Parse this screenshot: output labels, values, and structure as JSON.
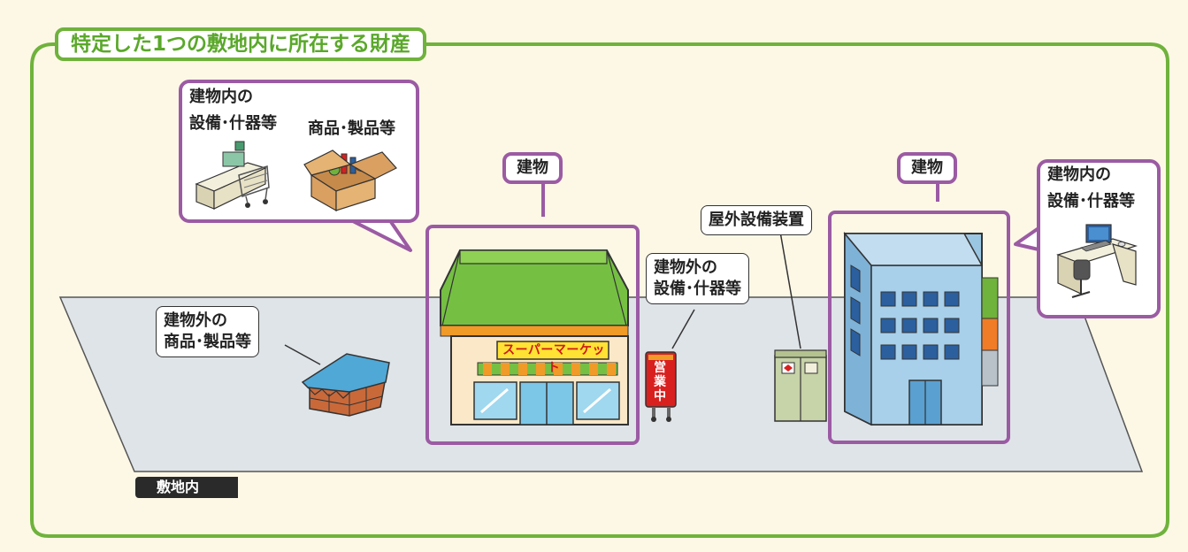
{
  "title": "特定した1つの敷地内に所在する財産",
  "site_label": "敷地内",
  "callouts": {
    "indoor_equipment_left": {
      "line1": "建物内の",
      "line2": "設備･什器等"
    },
    "products_indoor": "商品･製品等",
    "building_store": "建物",
    "building_office": "建物",
    "outdoor_equipment": {
      "line1": "建物外の",
      "line2": "設備･什器等"
    },
    "outdoor_products": {
      "line1": "建物外の",
      "line2": "商品･製品等"
    },
    "outdoor_facility": "屋外設備装置",
    "indoor_equipment_right": {
      "line1": "建物内の",
      "line2": "設備･什器等"
    }
  },
  "store_sign": "スーパーマーケット",
  "stand_sign": [
    "営",
    "業",
    "中"
  ],
  "icons": [
    "cash-register-icon",
    "shopping-cart-icon",
    "cardboard-box-icon",
    "supermarket-building-icon",
    "office-building-icon",
    "signboard-icon",
    "outdoor-cabinet-icon",
    "covered-pallet-icon",
    "office-desk-icon"
  ],
  "colors": {
    "frame_green": "#6fb23c",
    "callout_purple": "#9b5ba3",
    "ground": "#dfe4e8",
    "background": "#fdf8e6"
  }
}
